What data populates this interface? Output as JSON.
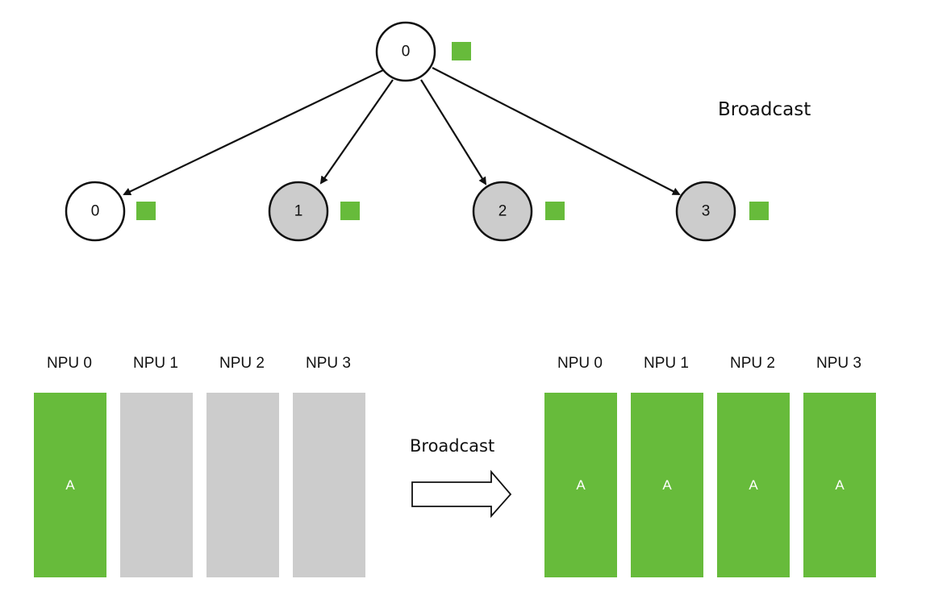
{
  "colors": {
    "green": "#67bb3b",
    "gray": "#cccccc",
    "white": "#ffffff",
    "stroke": "#111111"
  },
  "tree": {
    "title": "Broadcast",
    "root": {
      "label": "0"
    },
    "children": [
      {
        "label": "0",
        "state": "white"
      },
      {
        "label": "1",
        "state": "gray"
      },
      {
        "label": "2",
        "state": "gray"
      },
      {
        "label": "3",
        "state": "gray"
      }
    ]
  },
  "before": {
    "npus": [
      {
        "label": "NPU 0",
        "content": "A",
        "state": "green"
      },
      {
        "label": "NPU 1",
        "content": "",
        "state": "gray"
      },
      {
        "label": "NPU 2",
        "content": "",
        "state": "gray"
      },
      {
        "label": "NPU 3",
        "content": "",
        "state": "gray"
      }
    ]
  },
  "arrow": {
    "label": "Broadcast"
  },
  "after": {
    "npus": [
      {
        "label": "NPU 0",
        "content": "A",
        "state": "green"
      },
      {
        "label": "NPU 1",
        "content": "A",
        "state": "green"
      },
      {
        "label": "NPU 2",
        "content": "A",
        "state": "green"
      },
      {
        "label": "NPU 3",
        "content": "A",
        "state": "green"
      }
    ]
  }
}
